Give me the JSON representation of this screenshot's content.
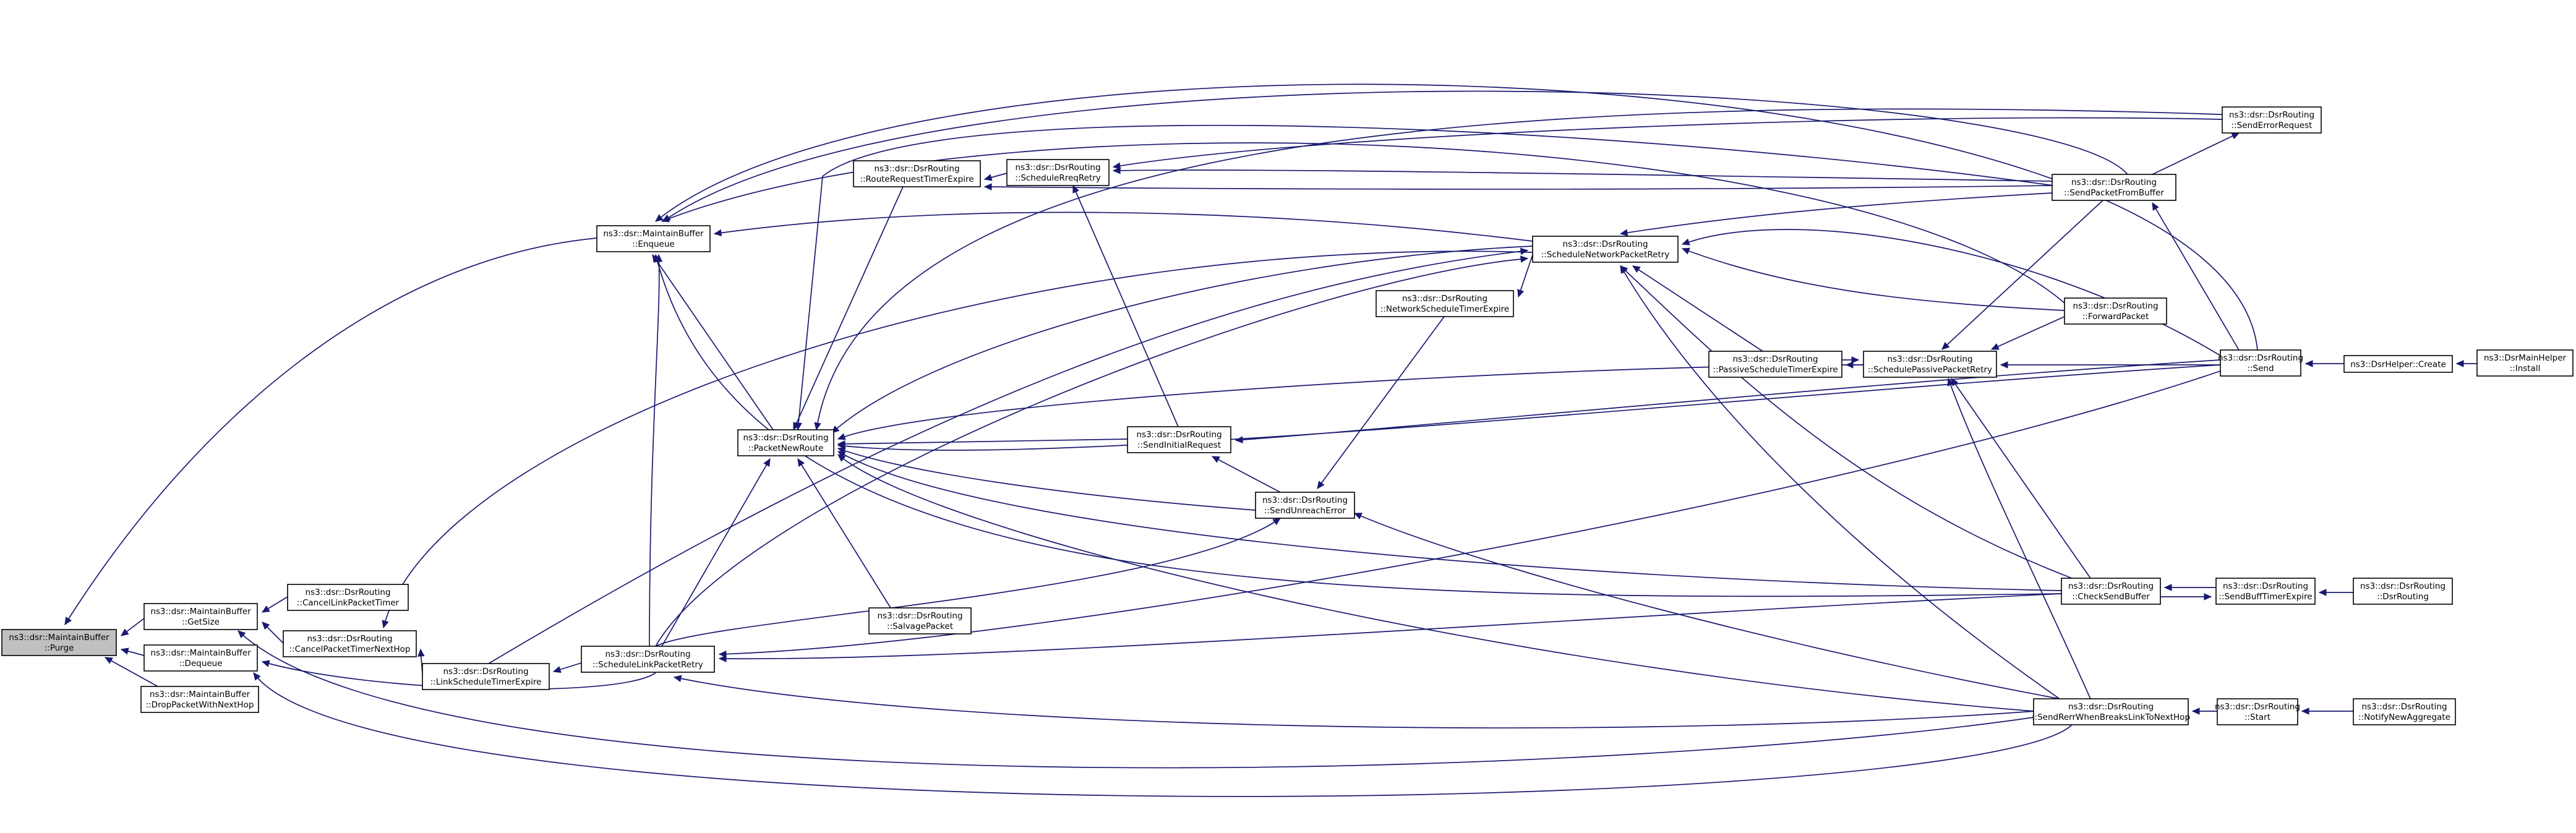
{
  "colors": {
    "edge": "#191970",
    "highlight": "#c0c0c0",
    "node_border": "#000000"
  },
  "nodes": [
    {
      "id": "purge",
      "line1": "ns3::dsr::MaintainBuffer",
      "line2": "::Purge",
      "highlight": true
    },
    {
      "id": "getsize",
      "line1": "ns3::dsr::MaintainBuffer",
      "line2": "::GetSize"
    },
    {
      "id": "dequeue",
      "line1": "ns3::dsr::MaintainBuffer",
      "line2": "::Dequeue"
    },
    {
      "id": "drop",
      "line1": "ns3::dsr::MaintainBuffer",
      "line2": "::DropPacketWithNextHop"
    },
    {
      "id": "enqueue",
      "line1": "ns3::dsr::MaintainBuffer",
      "line2": "::Enqueue"
    },
    {
      "id": "cancellinkpt",
      "line1": "ns3::dsr::DsrRouting",
      "line2": "::CancelLinkPacketTimer"
    },
    {
      "id": "cancelpt",
      "line1": "ns3::dsr::DsrRouting",
      "line2": "::CancelPacketTimerNextHop"
    },
    {
      "id": "linksched",
      "line1": "ns3::dsr::DsrRouting",
      "line2": "::LinkScheduleTimerExpire"
    },
    {
      "id": "schedlink",
      "line1": "ns3::dsr::DsrRouting",
      "line2": "::ScheduleLinkPacketRetry"
    },
    {
      "id": "pnr",
      "line1": "ns3::dsr::DsrRouting",
      "line2": "::PacketNewRoute"
    },
    {
      "id": "salvage",
      "line1": "ns3::dsr::DsrRouting",
      "line2": "::SalvagePacket"
    },
    {
      "id": "rrte",
      "line1": "ns3::dsr::DsrRouting",
      "line2": "::RouteRequestTimerExpire"
    },
    {
      "id": "srr",
      "line1": "ns3::dsr::DsrRouting",
      "line2": "::ScheduleRreqRetry"
    },
    {
      "id": "sir",
      "line1": "ns3::dsr::DsrRouting",
      "line2": "::SendInitialRequest"
    },
    {
      "id": "sue",
      "line1": "ns3::dsr::DsrRouting",
      "line2": "::SendUnreachError"
    },
    {
      "id": "nste",
      "line1": "ns3::dsr::DsrRouting",
      "line2": "::NetworkScheduleTimerExpire"
    },
    {
      "id": "snpr",
      "line1": "ns3::dsr::DsrRouting",
      "line2": "::ScheduleNetworkPacketRetry"
    },
    {
      "id": "pste",
      "line1": "ns3::dsr::DsrRouting",
      "line2": "::PassiveScheduleTimerExpire"
    },
    {
      "id": "sppr",
      "line1": "ns3::dsr::DsrRouting",
      "line2": "::SchedulePassivePacketRetry"
    },
    {
      "id": "spfb",
      "line1": "ns3::dsr::DsrRouting",
      "line2": "::SendPacketFromBuffer"
    },
    {
      "id": "fwd",
      "line1": "ns3::dsr::DsrRouting",
      "line2": "::ForwardPacket"
    },
    {
      "id": "send",
      "line1": "ns3::dsr::DsrRouting",
      "line2": "::Send"
    },
    {
      "id": "ser",
      "line1": "ns3::dsr::DsrRouting",
      "line2": "::SendErrorRequest"
    },
    {
      "id": "csb",
      "line1": "ns3::dsr::DsrRouting",
      "line2": "::CheckSendBuffer"
    },
    {
      "id": "sbte",
      "line1": "ns3::dsr::DsrRouting",
      "line2": "::SendBuffTimerExpire"
    },
    {
      "id": "dsrr",
      "line1": "ns3::dsr::DsrRouting",
      "line2": "::DsrRouting"
    },
    {
      "id": "srwb",
      "line1": "ns3::dsr::DsrRouting",
      "line2": "::SendRerrWhenBreaksLinkToNextHop"
    },
    {
      "id": "start",
      "line1": "ns3::dsr::DsrRouting",
      "line2": "::Start"
    },
    {
      "id": "nna",
      "line1": "ns3::dsr::DsrRouting",
      "line2": "::NotifyNewAggregate"
    },
    {
      "id": "helpercreate",
      "line1": "ns3::DsrHelper::Create",
      "line2": ""
    },
    {
      "id": "install",
      "line1": "ns3::DsrMainHelper",
      "line2": "::Install"
    }
  ]
}
